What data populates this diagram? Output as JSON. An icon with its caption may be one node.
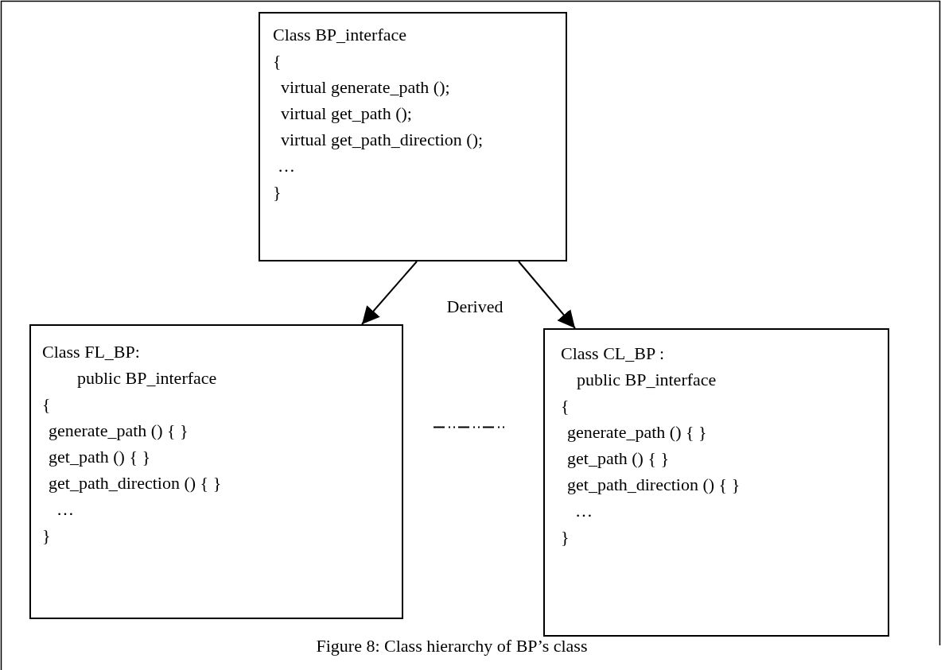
{
  "diagram": {
    "caption": "Figure 8: Class hierarchy of BP’s class",
    "nodes": [
      {
        "text": [
          "Class BP_interface",
          "{",
          "virtual generate_path ();",
          "virtual get_path ();",
          "virtual get_path_direction ();",
          "…",
          "}"
        ]
      },
      {
        "text": [
          "Class FL_BP:",
          "public BP_interface",
          "{",
          "generate_path () { }",
          "get_path () { }",
          "get_path_direction () { }",
          "…",
          "}"
        ]
      },
      {
        "text": [
          "Class CL_BP :",
          "public BP_interface",
          "{",
          "generate_path () { }",
          "get_path () { }",
          "get_path_direction () { }",
          "…",
          "}"
        ]
      }
    ],
    "edges": [
      {
        "from": 0,
        "to": 1,
        "arrow": "to"
      },
      {
        "from": 0,
        "to": 2,
        "arrow": "to"
      }
    ],
    "labels": [
      "Derived"
    ]
  }
}
